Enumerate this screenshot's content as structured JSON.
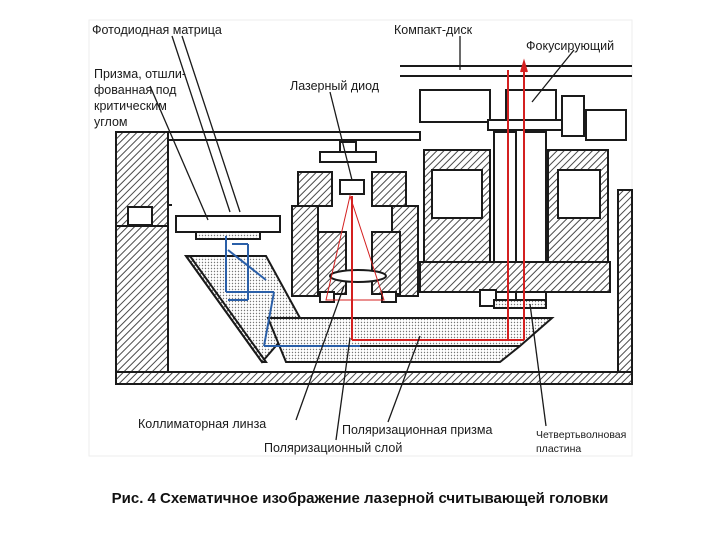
{
  "labels": {
    "photodiode_matrix": "Фотодиодная матрица",
    "compact_disc": "Компакт-диск",
    "focusing": "Фокусирующий",
    "prism_line1": "Призма, отшли-",
    "prism_line2": "фованная под",
    "prism_line3": "критическим",
    "prism_line4": "углом",
    "laser_diode": "Лазерный диод",
    "collimator_lens": "Коллиматорная линза",
    "polarizing_prism": "Поляризационная призма",
    "polarizing_layer": "Поляризационный слой",
    "quarter_wave_line1": "Четвертьволновая",
    "quarter_wave_line2": "пластина"
  },
  "caption": "Рис. 4 Схематичное изображение лазерной считывающей головки",
  "colors": {
    "laser_beam": "#d42020",
    "return_beam": "#2a5fa8",
    "drawing": "#1a1a1a",
    "hatch": "#555555"
  }
}
